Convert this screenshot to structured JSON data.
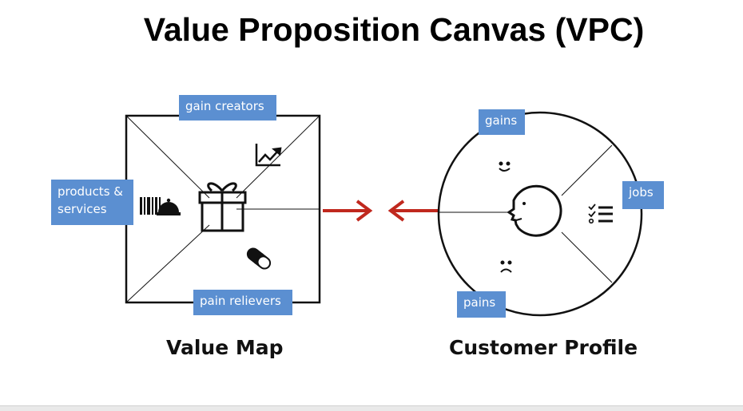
{
  "title": "Value Proposition Canvas (VPC)",
  "value_map": {
    "caption": "Value Map",
    "labels": {
      "gain_creators": "gain creators",
      "products_services": "products & services",
      "pain_relievers": "pain relievers"
    }
  },
  "customer_profile": {
    "caption": "Customer Profile",
    "labels": {
      "gains": "gains",
      "jobs": "jobs",
      "pains": "pains"
    }
  },
  "colors": {
    "label_bg": "#5b8fd1",
    "arrow": "#c0281e",
    "stroke": "#111111"
  },
  "icons": [
    "gift-icon",
    "chart-up-icon",
    "barcode-icon",
    "cloche-icon",
    "pill-icon",
    "smile-icon",
    "frown-icon",
    "checklist-icon",
    "customer-face-icon"
  ]
}
